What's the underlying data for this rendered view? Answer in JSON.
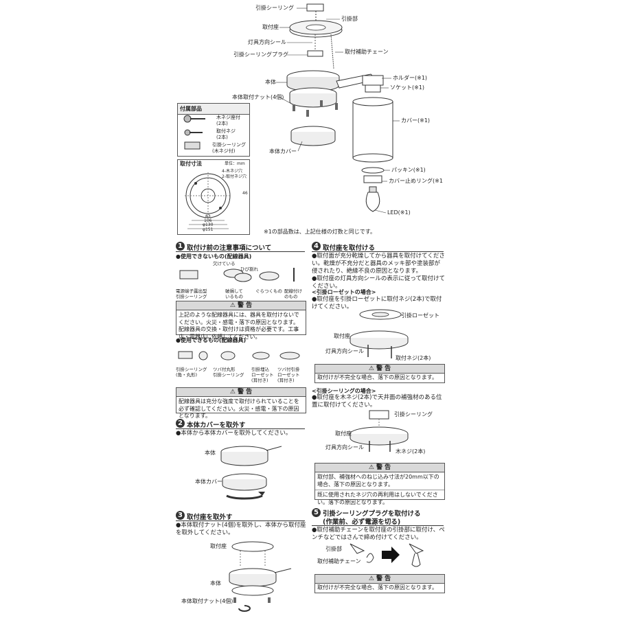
{
  "top": {
    "labels": {
      "hikkake_ceiling": "引掛シーリング",
      "hikkake_bu": "引掛部",
      "toritsukeza": "取付座",
      "dougu_houkou_seal": "灯具方向シール",
      "hojo_chain": "取付補助チェーン",
      "hikkake_plug": "引掛シーリングプラグ",
      "honbai": "本体",
      "holder": "ホルダー(※1)",
      "socket": "ソケット(※1)",
      "honbai_nut": "本体取付ナット(4個)",
      "cover": "カバー(※1)",
      "honbai_cover": "本体カバー",
      "packing": "パッキン(※1)",
      "cover_ring": "カバー止めリング(※1",
      "led": "LED(※1)"
    },
    "note": "※1の部品数は、上記仕様の灯数と同じです。"
  },
  "parts": {
    "title": "付属部品",
    "items": [
      "木ネジ座付\n(2本)",
      "取付ネジ\n(2本)",
      "引掛シーリング\n(木ネジ付)"
    ]
  },
  "dims": {
    "title": "取付寸法",
    "unit": "単位：mm",
    "hole1": "4-木ネジ穴",
    "hole2": "2-取付ネジ穴",
    "d83": "83",
    "d106": "106",
    "d130": "φ130",
    "d151": "φ151",
    "d46": "46"
  },
  "s1": {
    "num": "1",
    "title": "取付け前の注意事項について",
    "sub1": "●使用できないもの(配線器具)",
    "ng_tags": [
      "欠けている",
      "ひび割れ"
    ],
    "ng_items": [
      "電源端子露出型\n引掛シーリング",
      "破損して\nいるもの",
      "ぐらつくもの",
      "配線付け\nのもの"
    ],
    "warn_title": "⚠ 警 告",
    "warn_text": "上記のような配線器具には、器具を取付けないでください。火災・感電・落下の原因となります。配線器具の交換・取付けは資格が必要です。工事店・電器店に依頼してください。",
    "sub2": "●使用できるもの(配線器具)",
    "ok_items": [
      "引掛シーリング\n(角・丸形)",
      "ツバ付丸形\n引掛シーリング",
      "引掛埋込\nローゼット\n(耳付き)",
      "ツバ付引掛\nローゼット\n(耳付き)"
    ],
    "warn2_title": "⚠ 警 告",
    "warn2_text": "配線器具は充分な強度で取付けられていることを必ず確認してください。火災・感電・落下の原因となります。"
  },
  "s2": {
    "num": "2",
    "title": "本体カバーを取外す",
    "text": "●本体から本体カバーを取外してください。",
    "lbl_body": "本体",
    "lbl_cover": "本体カバー"
  },
  "s3": {
    "num": "3",
    "title": "取付座を取外す",
    "text": "●本体取付ナット(4個)を取外し、本体から取付座を取外してください。",
    "lbl_za": "取付座",
    "lbl_body": "本体",
    "lbl_nut": "本体取付ナット(4個)"
  },
  "s4": {
    "num": "4",
    "title": "取付座を取付ける",
    "b1": "●取付面が充分乾燥してから器具を取付けてください。乾燥が不充分だと器具のメッキ部や塗装部が侵されたり、絶縁不良の原因となります。",
    "b2": "●取付座の灯具方向シールの表示に従って取付けてください。",
    "sub1": "<引掛ローゼットの場合>",
    "sub1_text": "●取付座を引掛ローゼットに取付ネジ(2本)で取付けてください。",
    "r_lbl_rosette": "引掛ローゼット",
    "r_lbl_za": "取付座",
    "r_lbl_seal": "灯具方向シール",
    "r_lbl_screw": "取付ネジ(2本)",
    "warn_title": "⚠ 警 告",
    "warn_text": "取付けが不完全な場合、落下の原因となります。",
    "sub2": "<引掛シーリングの場合>",
    "sub2_text": "●取付座を木ネジ(2本)で天井面の補強材のある位置に取付けてください。",
    "c_lbl_ceiling": "引掛シーリング",
    "c_lbl_za": "取付座",
    "c_lbl_seal": "灯具方向シール",
    "c_lbl_screw": "木ネジ(2本)",
    "warn2_title": "⚠ 警 告",
    "warn2_text1": "取付部、補強材へのねじ込み寸法が20mm以下の場合、落下の原因となります。",
    "warn2_text2": "既に使用されたネジ穴の再利用はしないでください。落下の原因となります。"
  },
  "s5": {
    "num": "5",
    "title": "引掛シーリングプラグを取付ける",
    "title2": "(作業前、必ず電源を切る)",
    "text": "●取付補助チェーンを取付座の引掛部に取付け、ペンチなどではさんで締め付けてください。",
    "lbl_bu": "引掛部",
    "lbl_chain": "取付補助チェーン",
    "warn_title": "⚠ 警 告",
    "warn_text": "取付けが不完全な場合、落下の原因となります。"
  }
}
